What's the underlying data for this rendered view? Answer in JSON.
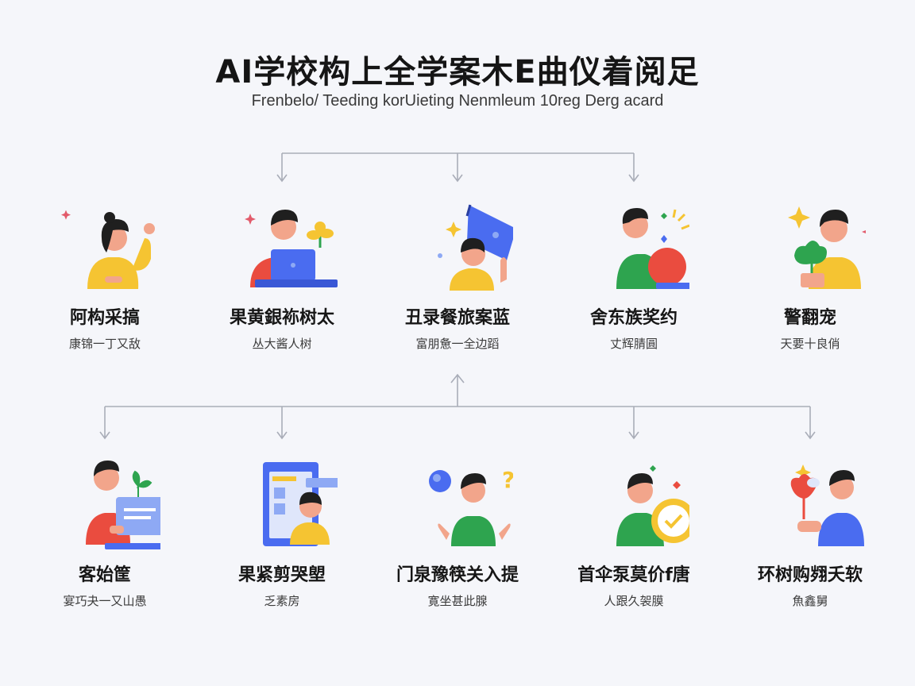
{
  "title": "AI学校构上全学案木E曲仪着阅足",
  "subtitle": "Frenbelo/ Teeding korUieting Nenmleum 10reg Derg acard",
  "colors": {
    "line": "#a9adb8",
    "skin": "#f2a58b",
    "hair": "#1f1f1f",
    "yellow": "#f5c432",
    "red": "#ea4c3f",
    "blue": "#4a6cf0",
    "green": "#2ea44f",
    "lightblue": "#8ea9f4"
  },
  "top_row": [
    {
      "label": "阿构采搞",
      "desc": "康锦一丁又敌",
      "icon": "person-waving-icon"
    },
    {
      "label": "果黄銀袮树太",
      "desc": "丛大酱人树",
      "icon": "person-laptop-icon"
    },
    {
      "label": "丑录餐旅案蓝",
      "desc": "富朋惫一全边蹈",
      "icon": "person-flag-icon"
    },
    {
      "label": "舍东族奖约",
      "desc": "丈辉腈圓",
      "icon": "person-ball-icon"
    },
    {
      "label": "警翻宠",
      "desc": "天要十良俏",
      "icon": "person-plant-icon"
    }
  ],
  "bottom_row": [
    {
      "label": "客始筐",
      "desc": "宴巧夬一又山愚",
      "icon": "person-document-icon"
    },
    {
      "label": "果紧剪哭塱",
      "desc": "乏素房",
      "icon": "person-screen-icon"
    },
    {
      "label": "门泉豫筷关入提",
      "desc": "寛坐甚此腺",
      "icon": "person-question-icon"
    },
    {
      "label": "首伞泵莫价f唐",
      "desc": "人跟久袈膜",
      "icon": "person-check-icon"
    },
    {
      "label": "环树购翙夭软",
      "desc": "魚鑫舅",
      "icon": "person-heart-icon"
    }
  ]
}
